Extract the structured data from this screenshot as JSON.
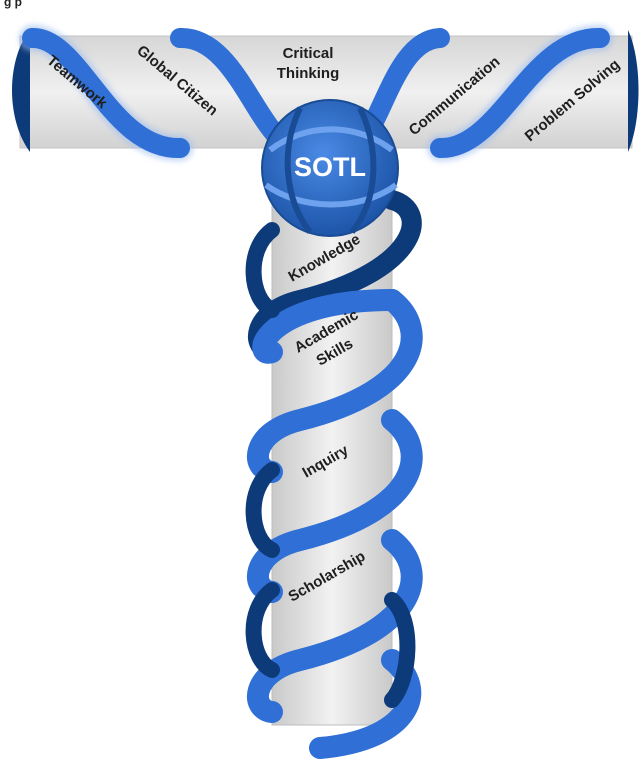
{
  "diagram": {
    "top_partial_caption": "g                      p",
    "hub_label": "SOTL",
    "crossbar_labels": [
      "Teamwork",
      "Global Citizen",
      "Critical",
      "Thinking",
      "Communication",
      "Problem Solving"
    ],
    "stem_labels": [
      "Knowledge",
      "Academic",
      "Skills",
      "Inquiry",
      "Scholarship"
    ],
    "colors": {
      "ribbon": "#2f6fd6",
      "ribbon_dark": "#0d3a78",
      "bar_light": "#eeeeee",
      "bar_mid": "#cfcfcf",
      "hub": "#2c6fc9",
      "text": "#1e1e1e"
    }
  }
}
